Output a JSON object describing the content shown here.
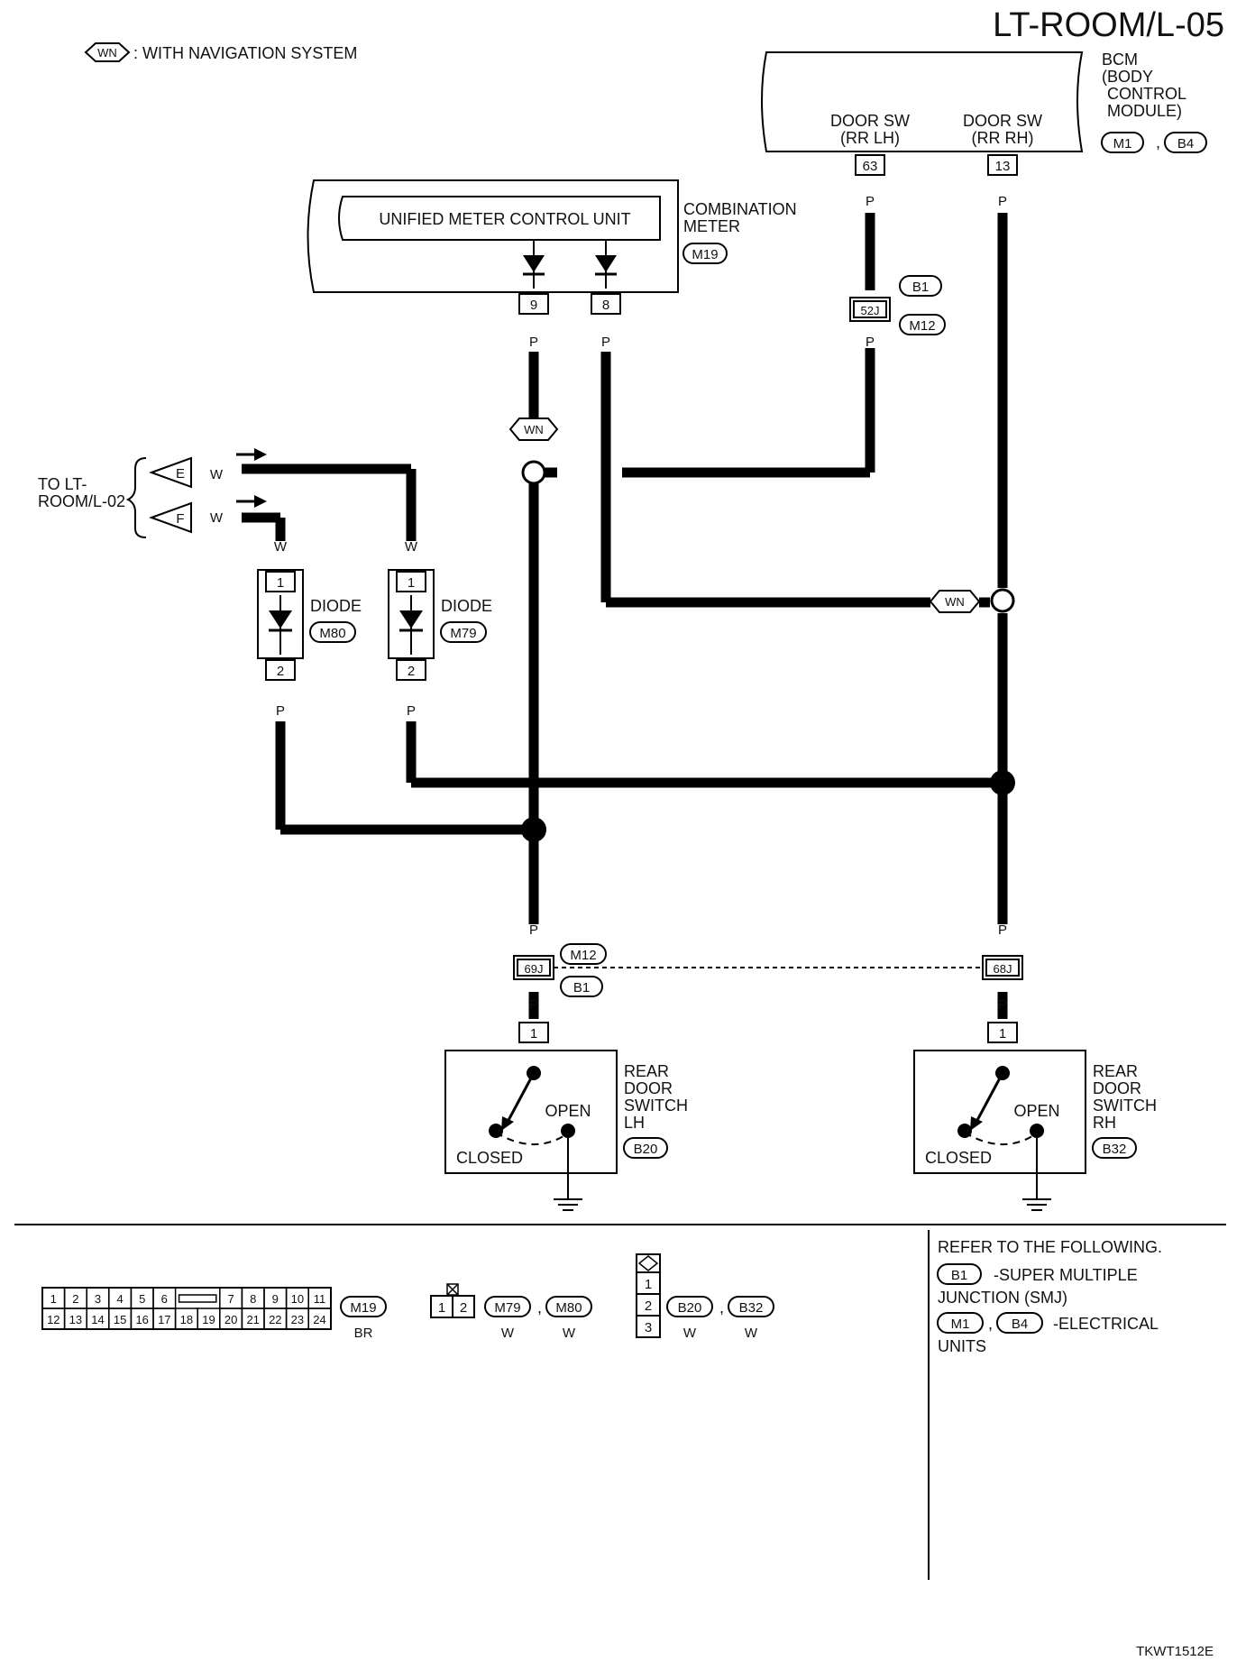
{
  "page_title": "LT-ROOM/L-05",
  "legend": {
    "symbol": "WN",
    "text": ": WITH NAVIGATION SYSTEM"
  },
  "bcm": {
    "name_lines": [
      "BCM",
      "(BODY",
      "CONTROL",
      "MODULE)"
    ],
    "connectors": [
      "M1",
      "B4"
    ],
    "door_sw_lh": [
      "DOOR SW",
      "(RR LH)"
    ],
    "door_sw_rh": [
      "DOOR SW",
      "(RR RH)"
    ],
    "pin_lh": "63",
    "pin_rh": "13"
  },
  "combination_meter": {
    "name_lines": [
      "COMBINATION",
      "METER"
    ],
    "connector": "M19",
    "inner_unit": "UNIFIED METER CONTROL UNIT",
    "pin_a": "9",
    "pin_b": "8"
  },
  "junction_52j": {
    "pin": "52J",
    "connectors": [
      "B1",
      "M12"
    ]
  },
  "to_lt_room": {
    "lines": [
      "TO LT-",
      "ROOM/L-02"
    ],
    "arrow_e": "E",
    "arrow_f": "F"
  },
  "diode_m80": {
    "label": "DIODE",
    "connector": "M80",
    "pin_top": "1",
    "pin_bottom": "2"
  },
  "diode_m79": {
    "label": "DIODE",
    "connector": "M79",
    "pin_top": "1",
    "pin_bottom": "2"
  },
  "wire_colors": {
    "pink": "P",
    "white": "W"
  },
  "wn_tag": "WN",
  "junction_69j": {
    "pin": "69J",
    "connectors": [
      "M12",
      "B1"
    ]
  },
  "junction_68j": {
    "pin": "68J"
  },
  "switch_lh": {
    "name_lines": [
      "REAR",
      "DOOR",
      "SWITCH",
      "LH"
    ],
    "connector": "B20",
    "pin": "1",
    "open": "OPEN",
    "closed": "CLOSED"
  },
  "switch_rh": {
    "name_lines": [
      "REAR",
      "DOOR",
      "SWITCH",
      "RH"
    ],
    "connector": "B32",
    "pin": "1",
    "open": "OPEN",
    "closed": "CLOSED"
  },
  "connector_views": {
    "m19_top": [
      "1",
      "2",
      "3",
      "4",
      "5",
      "6",
      "7",
      "8",
      "9",
      "10",
      "11"
    ],
    "m19_bottom": [
      "12",
      "13",
      "14",
      "15",
      "16",
      "17",
      "18",
      "19",
      "20",
      "21",
      "22",
      "23",
      "24"
    ],
    "m19_id": "M19",
    "m19_color": "BR",
    "diode_pins": [
      "1",
      "2"
    ],
    "diode_ids": [
      "M79",
      "M80"
    ],
    "diode_color": "W",
    "switch_pins": [
      "1",
      "2",
      "3"
    ],
    "switch_ids": [
      "B20",
      "B32"
    ],
    "switch_color": "W",
    "comma": ","
  },
  "reference": {
    "heading": "REFER TO THE FOLLOWING.",
    "smj_id": "B1",
    "smj_text_1": "-SUPER MULTIPLE",
    "smj_text_2": "JUNCTION (SMJ)",
    "eu_ids": [
      "M1",
      "B4"
    ],
    "eu_text_1": "-ELECTRICAL",
    "eu_text_2": "UNITS"
  },
  "footer_code": "TKWT1512E"
}
